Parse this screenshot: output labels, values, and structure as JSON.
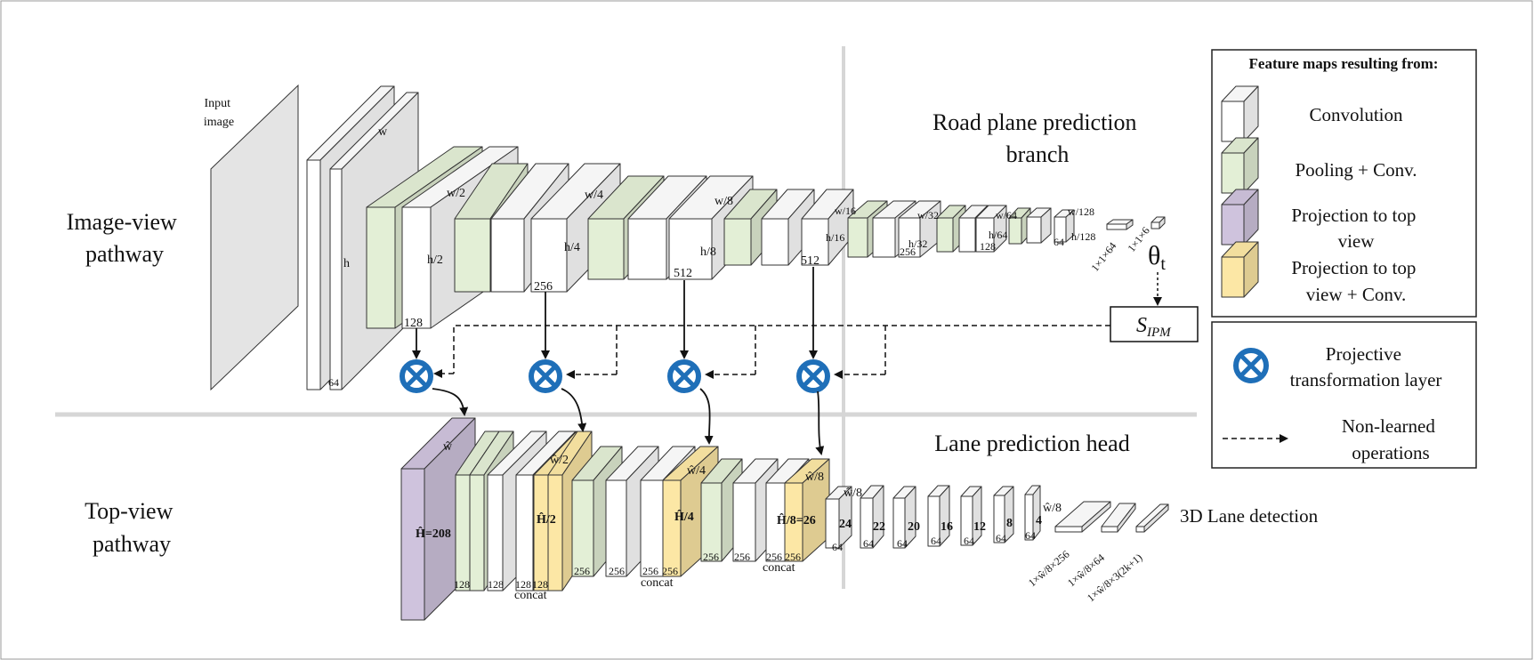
{
  "colors": {
    "convolution": "#ffffff",
    "pooling_conv": "#e3efd6",
    "projection": "#cfc3dd",
    "projection_conv": "#fce7a5",
    "op_blue": "#1f6fb8",
    "divider": "#d6d6d6"
  },
  "headings": {
    "image_view": [
      "Image-view",
      "pathway"
    ],
    "top_view": [
      "Top-view",
      "pathway"
    ],
    "road_plane": [
      "Road plane prediction",
      "branch"
    ],
    "lane_head": "Lane prediction head",
    "lane_detection": "3D Lane detection",
    "input_image": [
      "Input",
      "image"
    ],
    "theta": "θ",
    "theta_sub": "t",
    "sipm": "S",
    "sipm_sub": "IPM"
  },
  "legend": {
    "title": "Feature maps resulting from:",
    "items": [
      {
        "label": [
          "Convolution"
        ],
        "icon": "white-box-icon"
      },
      {
        "label": [
          "Pooling + Conv."
        ],
        "icon": "green-box-icon"
      },
      {
        "label": [
          "Projection to top",
          "view"
        ],
        "icon": "purple-box-icon"
      },
      {
        "label": [
          "Projection to top",
          "view + Conv."
        ],
        "icon": "yellow-box-icon"
      }
    ],
    "ops": [
      {
        "label": [
          "Projective",
          "transformation layer"
        ],
        "icon": "projective-transform-icon"
      },
      {
        "label": [
          "Non-learned",
          "operations"
        ],
        "icon": "dashed-arrow-icon"
      }
    ]
  },
  "image_labels": {
    "w": "w",
    "h": "h",
    "c64": "64",
    "w2": "w/2",
    "h2": "h/2",
    "c128": "128",
    "w4": "w/4",
    "h4": "h/4",
    "c256": "256",
    "w8": "w/8",
    "h8": "h/8",
    "c512a": "512",
    "c512b": "512",
    "w16": "w/16",
    "h16": "h/16",
    "w32": "w/32",
    "h32": "h/32",
    "c256b": "256",
    "w64": "w/64",
    "h64": "h/64",
    "c128b": "128",
    "w128": "w/128",
    "h128": "h/128",
    "c64b": "64",
    "v1": "1×1×64",
    "v2": "1×1×6"
  },
  "top_labels": {
    "what": "ŵ",
    "H208": "Ĥ=208",
    "w2": "ŵ/2",
    "H2": "Ĥ/2",
    "w4": "ŵ/4",
    "H4": "Ĥ/4",
    "w8": "ŵ/8",
    "H8": "Ĥ/8=26",
    "w8b": "ŵ/8",
    "w8c": "ŵ/8",
    "c128a": "128",
    "c128b": "128",
    "c128c": "128",
    "c128d": "128",
    "concat1": "concat",
    "concat2": "concat",
    "concat3": "concat",
    "c256a": "256",
    "c256b": "256",
    "c256c": "256",
    "c256d": "256",
    "c256e": "256",
    "c256f": "256",
    "c256g": "256",
    "c256h": "256",
    "n24": "24",
    "n22": "22",
    "n20": "20",
    "n16": "16",
    "n12": "12",
    "n8": "8",
    "n4": "4",
    "c64a": "64",
    "c64b": "64",
    "c64c": "64",
    "c64d": "64",
    "c64e": "64",
    "c64f": "64",
    "c64g": "64",
    "out1": "1×ŵ/8×256",
    "out2": "1×ŵ/8×64",
    "out3": "1×ŵ/8×3(2k+1)"
  }
}
